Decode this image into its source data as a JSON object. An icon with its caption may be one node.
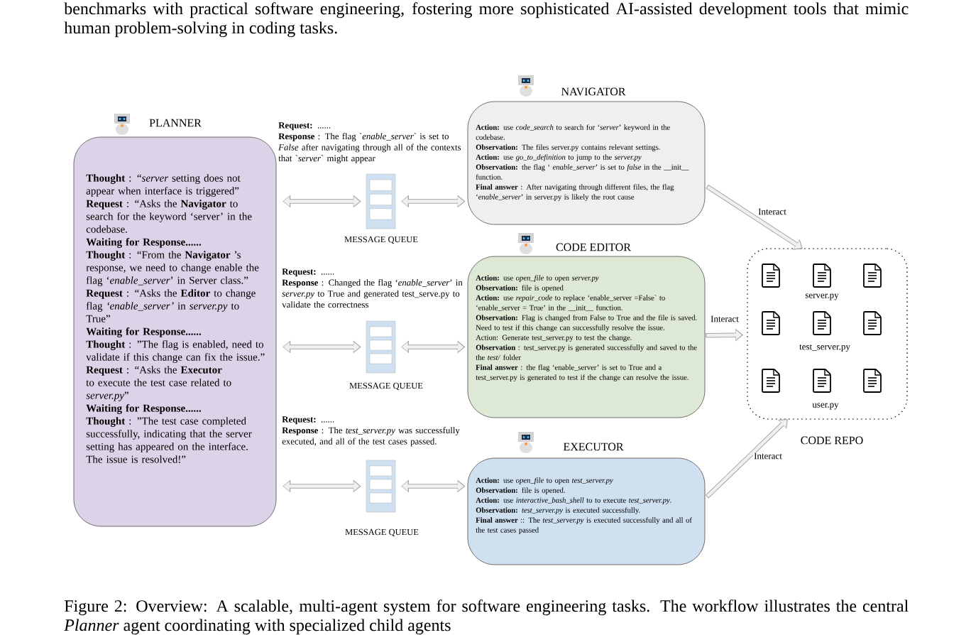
{
  "diagram": {
    "caption": "Figure 2: Overview: A scalable, multi-agent system for software engineering tasks. The workflow illustrates the central *Planner* agent coordinating with specialized child agents",
    "nodes": [
      {
        "text": [
          "PLANNER",
          "**Thought** : “*server* setting does not appear when interface is triggered”",
          "**Request** : “Asks the **Navigator** to search for the keyword ‘server’ in the codebase.",
          "**Waiting for Response......**",
          "**Thought** : “From the **Navigator** ’s response, we need to change enable the flag ‘*enable_server*’ in Server class.”",
          "**Request** : “Asks the **Editor** to change flag *‘enable_server’* in *server.py* to True”",
          "**Waiting for Response......**",
          "**Thought** : ”The flag is enabled, need to validate if this change can fix the issue.”",
          "**Request** : “Asks the **Executor** to execute the test case related to *server.py*”",
          "**Waiting for Response......**",
          "**Thought** : ”The test case completed successfully, indicating that the server setting has appeared on the interface. The issue is resolved!”"
        ]
      },
      {
        "text": [
          "MESSAGE QUEUE"
        ],
        "beside": [
          "**Request:** ......",
          "**Response** : The flag `*enable_server*` is set to *False* after navigating through all of the contexts that `*server*` might appear"
        ]
      },
      {
        "text": [
          "NAVIGATOR",
          "**Action:** use *code_search* to search for ‘*server*’ keyword in the codebase.",
          "**Observation:** The files server.py contains relevant settings.",
          "**Action:** use *go_to_definition* to jump to the *server.py*",
          "**Observation:** the flag ‘ *enable_server*’ is set to *false* in the __init__ function.",
          "**Final answer** : After navigating through different files, the flag ‘*enable_server*’ in server.py is likely the root cause"
        ]
      },
      {
        "text": [
          "MESSAGE QUEUE"
        ],
        "beside": [
          "**Request:** ......",
          "**Response** : Changed the flag ‘*enable_server*’ in *server.py* to True and generated test_serve.py to validate the correctness"
        ]
      },
      {
        "text": [
          "CODE EDITOR",
          "**Action:** use *open_file* to open *server.py*",
          "**Observation:** file is opened",
          "**Action:** use *repair_code* to replace ‘enable_server =False` to ‘enable_server = True’ in the __init__ function.",
          "**Observation:** Flag is changed from False to True and the file is saved. Need to test if this change can successfully resolve the issue.",
          "Action: Generate test_server.py to test the change.",
          "**Observation** : test_server.py is generated successfully and saved to the the *test/* folder",
          "**Final answer** : the flag ‘enable_server’ is set to True and a test_server.py is generated to test if the change can resolve the issue."
        ]
      },
      {
        "text": [
          "MESSAGE QUEUE"
        ],
        "beside": [
          "**Request:** ......",
          "**Response** : The *test_server.py* was successfully executed, and all of the test cases passed."
        ]
      },
      {
        "text": [
          "EXECUTOR",
          "**Action:** use *open_file* to open *test_server.py*",
          "**Observation:** file is opened.",
          "**Action:** use *interactive_bash_shell* to to execute *test_server.py*.",
          "**Observation:** *test_server.py* is executed successfully.",
          "**Final answer** :: The *test_server.py* is executed successfully and all of the test cases passed"
        ]
      },
      {
        "text": [
          "server.py",
          "test_server.py",
          "user.py",
          "CODE REPO"
        ]
      }
    ],
    "edges": [
      {
        "from": 0,
        "to": 1,
        "arrow": "both"
      },
      {
        "from": 1,
        "to": 2,
        "arrow": "both"
      },
      {
        "from": 0,
        "to": 3,
        "arrow": "both"
      },
      {
        "from": 3,
        "to": 4,
        "arrow": "both"
      },
      {
        "from": 0,
        "to": 5,
        "arrow": "both"
      },
      {
        "from": 5,
        "to": 6,
        "arrow": "both"
      },
      {
        "from": 2,
        "to": 7,
        "arrow": "to",
        "label": "Interact"
      },
      {
        "from": 4,
        "to": 7,
        "arrow": "to",
        "label": "Interact"
      },
      {
        "from": 6,
        "to": 7,
        "arrow": "to",
        "label": "Interact"
      }
    ],
    "labels": [
      "benchmarks with practical software engineering, fostering more sophisticated AI-assisted development tools that mimic human problem-solving in coding tasks."
    ]
  }
}
